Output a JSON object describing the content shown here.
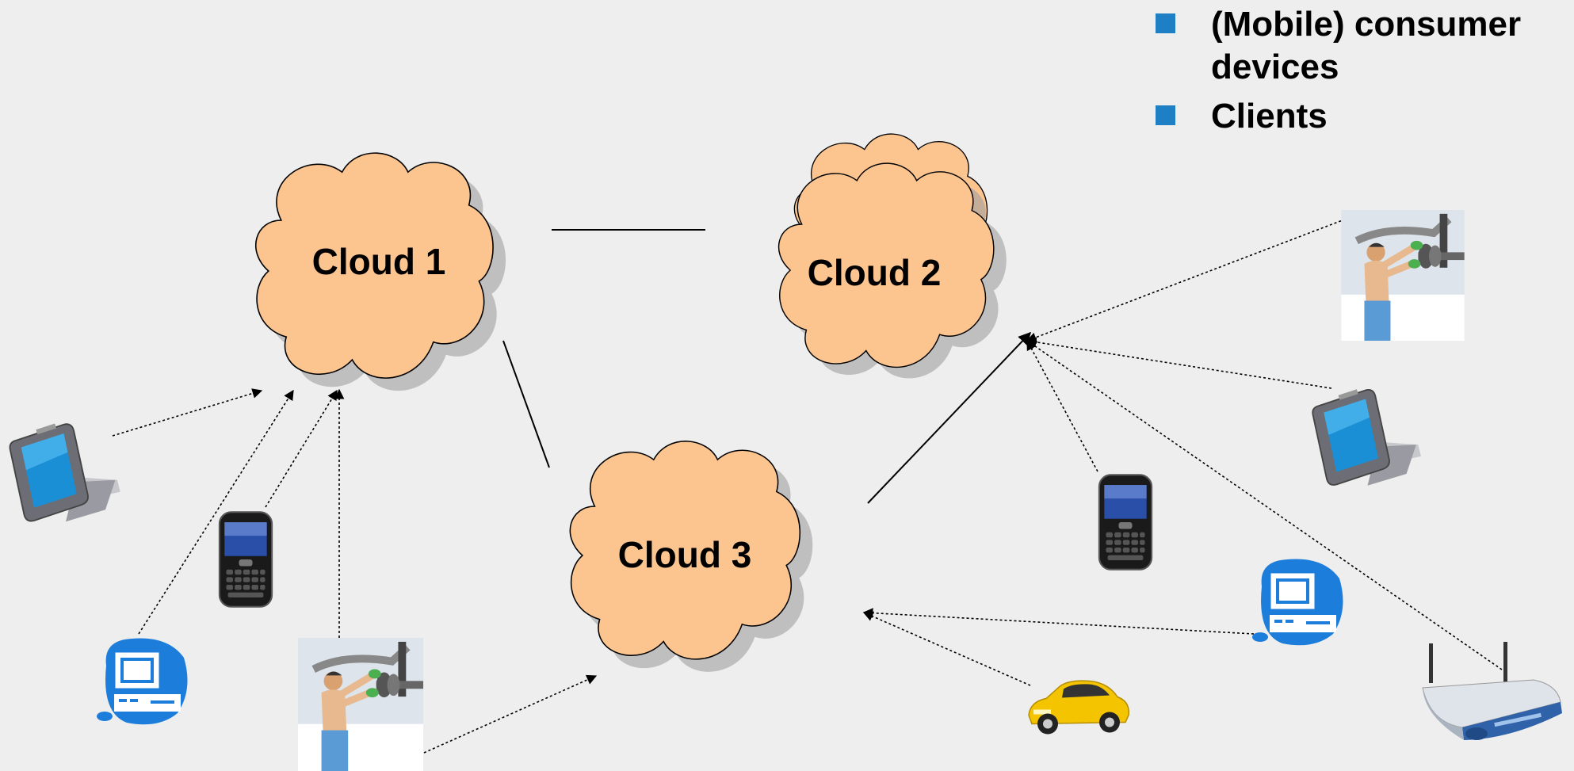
{
  "clouds": {
    "cloud1": "Cloud 1",
    "cloud2": "Cloud 2",
    "cloud3": "Cloud 3"
  },
  "bullets": [
    "(Mobile) consumer devices",
    "Clients"
  ],
  "colors": {
    "cloud_fill": "#fcc58f",
    "cloud_stroke": "#000000",
    "bullet": "#1f7fc4",
    "background": "#eeeeee"
  },
  "icons": [
    "tablet-icon",
    "smartphone-icon",
    "desktop-computer-icon",
    "factory-worker-icon",
    "car-icon",
    "wireless-router-icon"
  ]
}
